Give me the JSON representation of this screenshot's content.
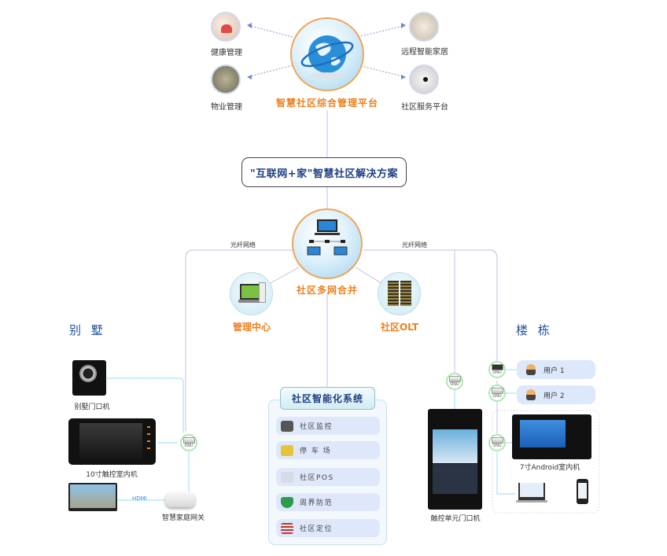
{
  "platform": {
    "center_label": "智慧社区综合管理平台",
    "satellites": [
      {
        "label": "健康管理",
        "icon": "health-heart-icon"
      },
      {
        "label": "物业管理",
        "icon": "property-building-icon"
      },
      {
        "label": "远程智能家居",
        "icon": "smart-home-icon"
      },
      {
        "label": "社区服务平台",
        "icon": "service-phone-icon"
      }
    ]
  },
  "solution_title": "\"互联网+家\"智慧社区解决方案",
  "network": {
    "hub_label": "社区多网合并",
    "fiber_left": "光纤网络",
    "fiber_right": "光纤网络",
    "management_center": "管理中心",
    "olt": "社区OLT"
  },
  "villa": {
    "title": "别 墅",
    "door_station": "别墅门口机",
    "indoor_monitor": "10寸触控室内机",
    "gateway": "智慧家庭网关",
    "hdmi": "HDMI",
    "onu": "ONU"
  },
  "system": {
    "title": "社区智能化系统",
    "items": [
      {
        "label": "社区监控",
        "icon": "cctv-camera-icon"
      },
      {
        "label": "停 车 场",
        "icon": "parking-car-icon"
      },
      {
        "label": "社区POS",
        "icon": "pos-terminal-icon"
      },
      {
        "label": "周界防范",
        "icon": "shield-icon"
      },
      {
        "label": "社区定位",
        "icon": "location-tower-icon"
      }
    ]
  },
  "building": {
    "title": "楼 栋",
    "users": [
      "用户 1",
      "用户 2"
    ],
    "unit_door": "触控单元门口机",
    "android_monitor": "7寸Android室内机",
    "onu": "ONU"
  }
}
